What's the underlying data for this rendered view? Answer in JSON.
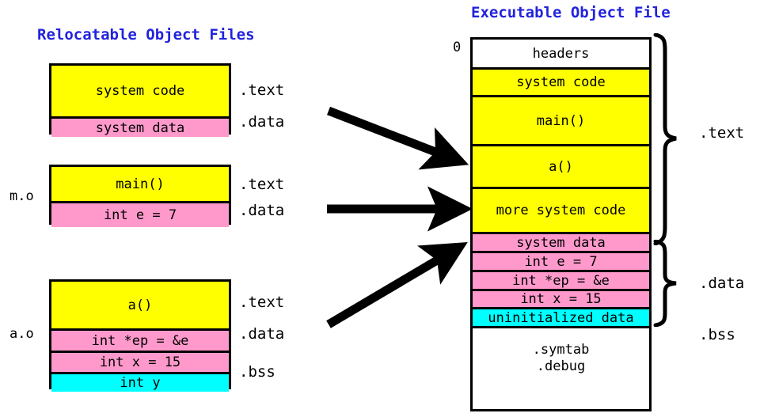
{
  "diagram": {
    "left_title": "Relocatable Object Files",
    "right_title": "Executable Object File",
    "title_color": "#2222dd",
    "origin_label": "0",
    "colors": {
      "text_section": "#ffff00",
      "data_section": "#ff99cc",
      "bss_section": "#00ffff",
      "other_section": "#ffffff",
      "outline": "#000000"
    }
  },
  "relocatable": {
    "files": [
      {
        "name": "",
        "segments": [
          {
            "text": "system code",
            "section": ".text",
            "color": "yellow"
          },
          {
            "text": "system data",
            "section": ".data",
            "color": "pink"
          }
        ]
      },
      {
        "name": "m.o",
        "segments": [
          {
            "text": "main()",
            "section": ".text",
            "color": "yellow"
          },
          {
            "text": "int e = 7",
            "section": ".data",
            "color": "pink"
          }
        ]
      },
      {
        "name": "a.o",
        "segments": [
          {
            "text": "a()",
            "section": ".text",
            "color": "yellow"
          },
          {
            "text": "int *ep = &e",
            "section": ".data",
            "color": "pink"
          },
          {
            "text": "int x = 15",
            "section": "",
            "color": "pink"
          },
          {
            "text": "int y",
            "section": ".bss",
            "color": "cyan"
          }
        ]
      }
    ]
  },
  "executable": {
    "segments": [
      {
        "text": "headers",
        "color": "white"
      },
      {
        "text": "system code",
        "color": "yellow"
      },
      {
        "text": "main()",
        "color": "yellow"
      },
      {
        "text": "a()",
        "color": "yellow"
      },
      {
        "text": "more system code",
        "color": "yellow"
      },
      {
        "text": "system data",
        "color": "pink"
      },
      {
        "text": "int e = 7",
        "color": "pink"
      },
      {
        "text": "int *ep = &e",
        "color": "pink"
      },
      {
        "text": "int x = 15",
        "color": "pink"
      },
      {
        "text": "uninitialized data",
        "color": "cyan"
      },
      {
        "text": "",
        "line1": ".symtab",
        "line2": ".debug",
        "color": "white"
      }
    ],
    "brace_labels": [
      {
        "label": ".text"
      },
      {
        "label": ".data"
      }
    ],
    "plain_labels": [
      {
        "label": ".bss"
      }
    ]
  },
  "arrows": [
    {
      "name": "arrow-from-system-object"
    },
    {
      "name": "arrow-from-m-o"
    },
    {
      "name": "arrow-from-a-o"
    }
  ]
}
